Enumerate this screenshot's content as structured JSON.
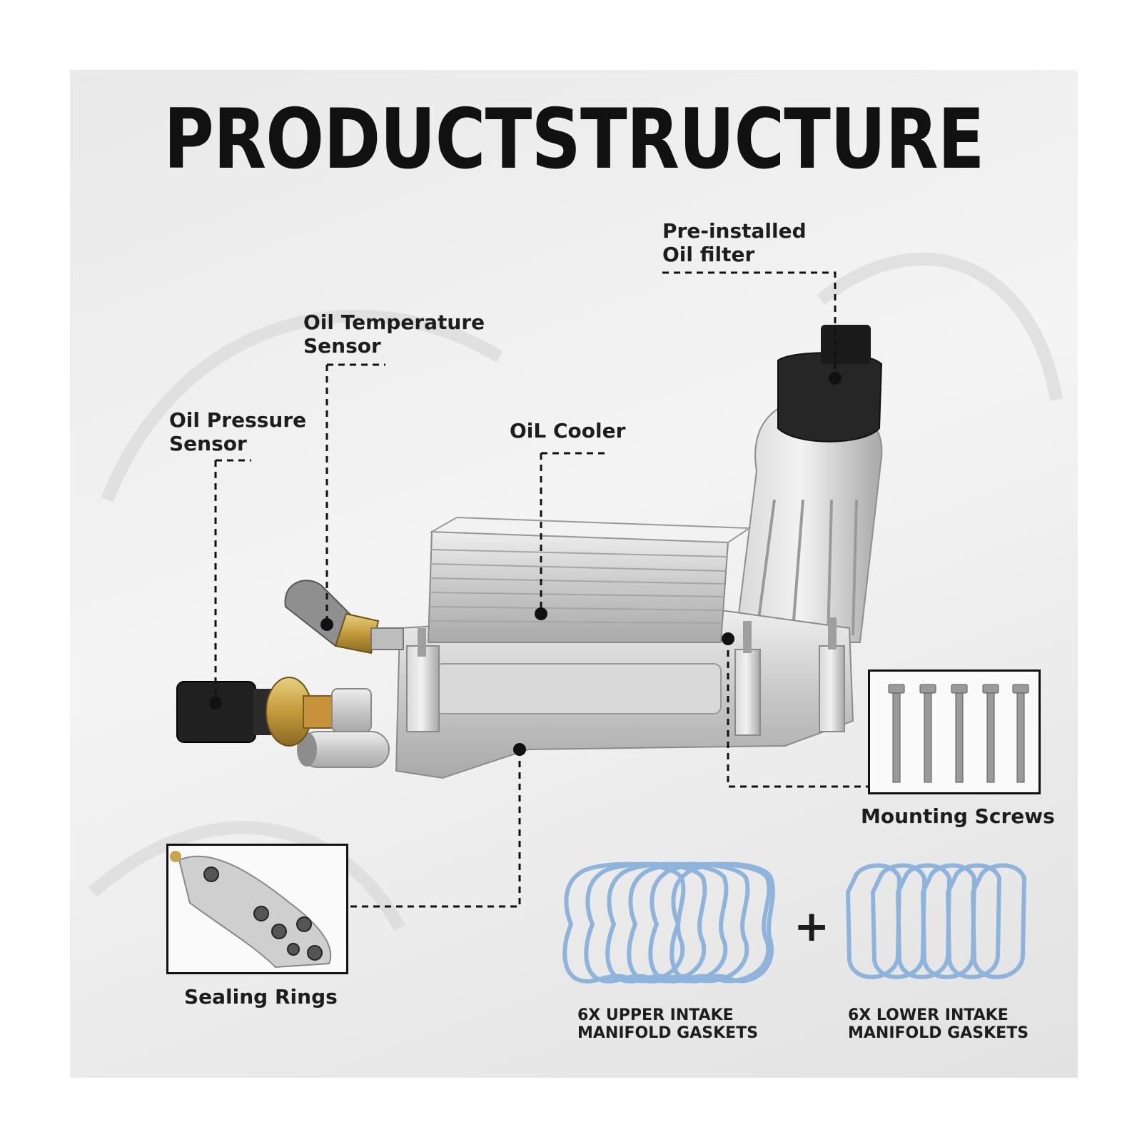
{
  "title": "PRODUCTSTRUCTURE",
  "labels": {
    "oil_filter": [
      "Pre-installed",
      "Oil filter"
    ],
    "oil_temperature_sensor": [
      "Oil Temperature",
      "Sensor"
    ],
    "oil_pressure_sensor": [
      "Oil Pressure",
      "Sensor"
    ],
    "oil_cooler": "OiL Cooler",
    "mounting_screws": "Mounting Screws",
    "sealing_rings": "Sealing Rings",
    "plus_sign": "+",
    "upper_gaskets": [
      "6X UPPER INTAKE",
      "MANIFOLD GASKETS"
    ],
    "lower_gaskets": [
      "6X LOWER INTAKE",
      "MANIFOLD GASKETS"
    ]
  },
  "colors": {
    "title": "#111111",
    "text": "#1d1d1d",
    "leader_line": "#111111",
    "aluminum": "#c9c9c9",
    "brass": "#c9a44a",
    "gasket": "#8fb4dc",
    "filter_cap": "#1a1a1a"
  },
  "counts": {
    "mounting_screws": 5,
    "upper_gaskets": 6,
    "lower_gaskets": 6
  }
}
